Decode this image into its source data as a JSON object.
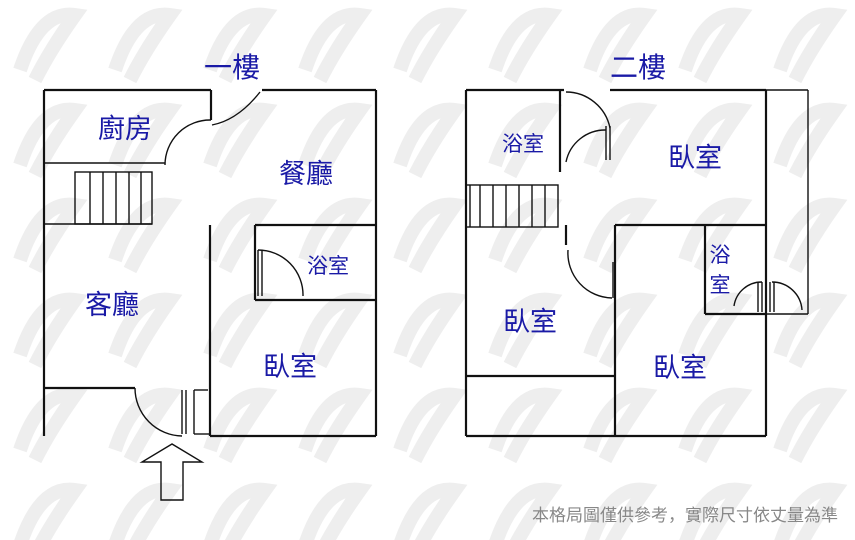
{
  "floors": [
    {
      "title": "一樓",
      "rooms": {
        "kitchen": "廚房",
        "dining": "餐廳",
        "bathroom": "浴室",
        "living": "客廳",
        "bedroom": "臥室"
      }
    },
    {
      "title": "二樓",
      "rooms": {
        "bathroom_top": "浴室",
        "bedroom_top_right": "臥室",
        "bathroom_small_a": "浴",
        "bathroom_small_b": "室",
        "bedroom_mid_left": "臥室",
        "bedroom_bottom_right": "臥室"
      }
    }
  ],
  "disclaimer": "本格局圖僅供參考，實際尺寸依丈量為準",
  "colors": {
    "label": "#1a1aa6",
    "wall": "#111111",
    "disclaimer": "#888888"
  },
  "icons": {
    "entrance": "up-arrow-icon"
  }
}
